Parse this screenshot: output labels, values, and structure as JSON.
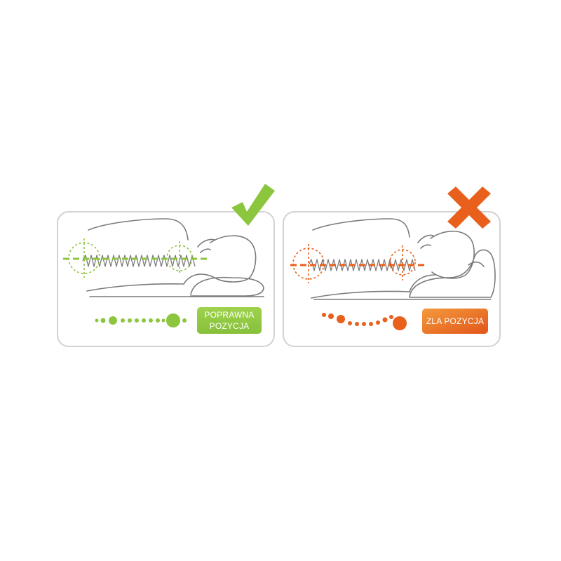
{
  "panels": {
    "correct": {
      "label_line1": "POPRAWNA",
      "label_line2": "POZYCJA",
      "accent": "#8cc63f",
      "status_icon": "checkmark-icon"
    },
    "wrong": {
      "label": "ZLA POZYCJA",
      "accent": "#e8601c",
      "status_icon": "cross-icon"
    }
  },
  "colors": {
    "outline": "#7a7a7a",
    "panel_border": "#d2d2d2",
    "green": "#8cc63f",
    "orange": "#e8601c"
  }
}
